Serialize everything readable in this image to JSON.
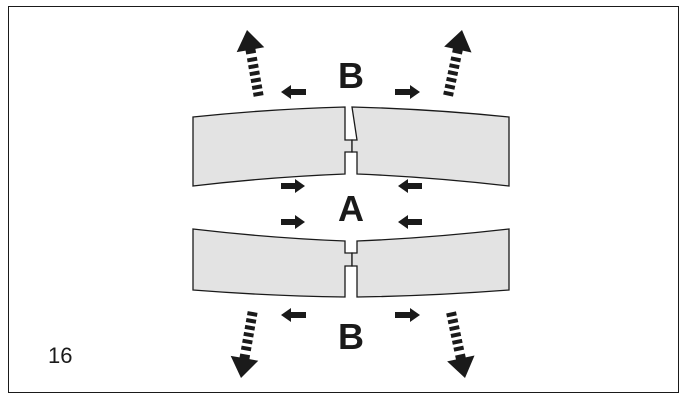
{
  "figure": {
    "number": "16",
    "labels": {
      "top": "B",
      "middle": "A",
      "bottom": "B"
    },
    "colors": {
      "ink": "#1a1a1a",
      "band_fill": "#e3e3e3",
      "background": "#ffffff"
    }
  }
}
